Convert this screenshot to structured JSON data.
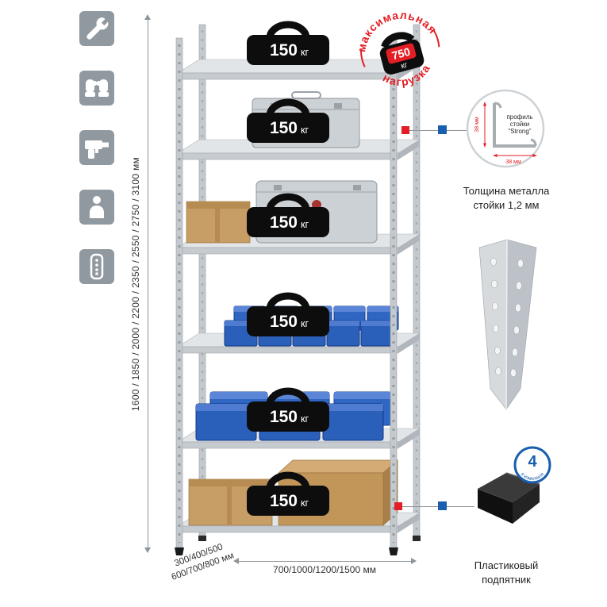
{
  "colors": {
    "red": "#e31e24",
    "blue": "#1a5fae",
    "metal": "#c6cbd0",
    "icon_bg": "#9199a0"
  },
  "sidebar_icons": [
    {
      "icon": "wrench"
    },
    {
      "icon": "gloves"
    },
    {
      "icon": "drill"
    },
    {
      "icon": "person"
    },
    {
      "icon": "rack-post"
    }
  ],
  "dimensions": {
    "height": "1600 / 1850 / 2000 / 2200 / 2350 / 2550 / 2750 / 3100 мм",
    "depth_line1": "300/400/500",
    "depth_line2": "600/700/800 мм",
    "width": "700/1000/1200/1500 мм"
  },
  "shelves": {
    "count": 6,
    "loads": [
      {
        "value": "150",
        "unit": "кг"
      },
      {
        "value": "150",
        "unit": "кг"
      },
      {
        "value": "150",
        "unit": "кг"
      },
      {
        "value": "150",
        "unit": "кг"
      },
      {
        "value": "150",
        "unit": "кг"
      },
      {
        "value": "150",
        "unit": "кг"
      }
    ]
  },
  "max_load_stamp": {
    "top_text": "максимальная",
    "bottom_text": "нагрузка",
    "value": "750",
    "unit": "кг"
  },
  "profile_detail": {
    "line1": "профиль",
    "line2": "стойки",
    "line3": "\"Strong\"",
    "vertical_dim": "38 мм",
    "horizontal_dim": "38 мм"
  },
  "thickness_caption": {
    "line1": "Толщина металла",
    "line2": "стойки 1,2 мм"
  },
  "kit_badge": {
    "number": "4",
    "text": "в комплекте"
  },
  "foot_caption": {
    "line1": "Пластиковый",
    "line2": "подпятник"
  }
}
